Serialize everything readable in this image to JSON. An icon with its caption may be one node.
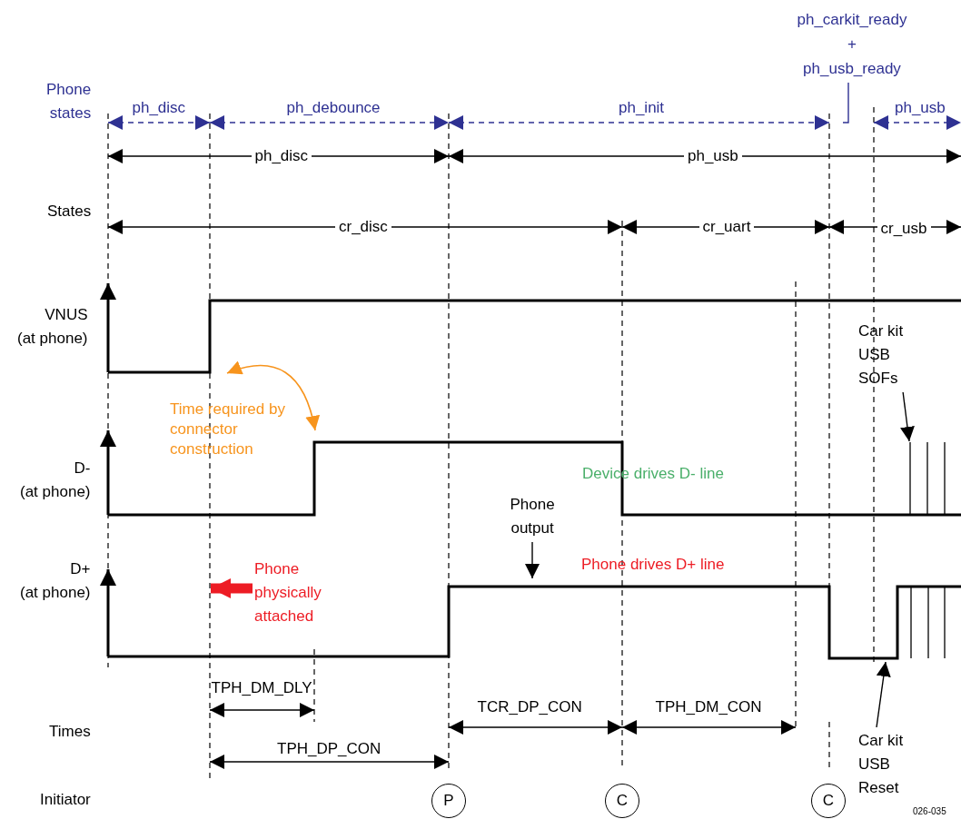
{
  "diagram": {
    "nodes": [
      {
        "text": [
          "ph_carkit_ready + ph_usb_ready"
        ]
      },
      {
        "text": [
          "Car kit USB SOFs"
        ]
      },
      {
        "text": [
          "Phone physically attached"
        ]
      },
      {
        "text": [
          "Phone output"
        ]
      },
      {
        "text": [
          "Car kit USB Reset"
        ]
      },
      {
        "text": [
          "P"
        ]
      },
      {
        "text": [
          "C"
        ]
      },
      {
        "text": [
          "C"
        ]
      },
      {
        "text": [],
        "shape": "bar"
      }
    ],
    "edges": [
      {
        "from": 0,
        "to": null,
        "arrow": "none",
        "color": "#2e3192"
      },
      {
        "from": 1,
        "to": 8,
        "arrow": "to"
      },
      {
        "from": 2,
        "to": null,
        "arrow": "to",
        "style": "thick",
        "color": "#ed1c24"
      },
      {
        "from": 3,
        "to": null,
        "arrow": "to"
      },
      {
        "from": 4,
        "to": null,
        "arrow": "to"
      }
    ],
    "labels": [
      "Phone states",
      "ph_disc",
      "ph_debounce",
      "ph_init",
      "ph_usb",
      "ph_disc",
      "ph_usb",
      "States",
      "cr_disc",
      "cr_uart",
      "cr_usb",
      "VNUS (at phone)",
      "Time required by connector construction",
      "D- (at phone)",
      "Device drives D- line",
      "Phone drives D+ line",
      "D+ (at phone)",
      "TPH_DM_DLY",
      "Times",
      "TCR_DP_CON",
      "TPH_DM_CON",
      "TPH_DP_CON",
      "Initiator",
      "026-035"
    ]
  }
}
